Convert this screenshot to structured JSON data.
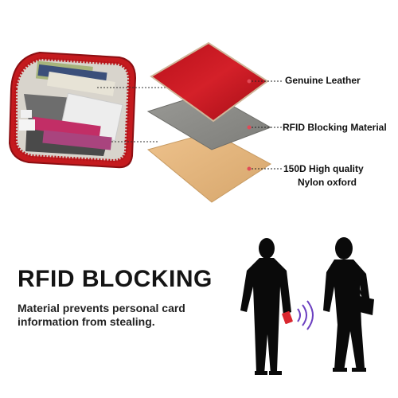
{
  "layers": [
    {
      "name": "Genuine Leather",
      "color": "#c8151f"
    },
    {
      "name": "RFID Blocking Material",
      "color": "#8e8e8a"
    },
    {
      "name_line1": "150D High quality",
      "name_line2": "Nylon oxford",
      "color": "#e2b47c"
    }
  ],
  "headline": "RFID BLOCKING",
  "tagline": {
    "line1": "Material prevents personal card",
    "line2": "information from stealing."
  },
  "colors": {
    "wallet_red": "#c41a1e",
    "silhouette": "#0a0a0a",
    "signal_purple": "#6b3fc0",
    "dot_red": "#e14a57"
  },
  "icons": [
    "wallet-image",
    "person-silhouette-icon",
    "rfid-signal-icon",
    "card-icon"
  ]
}
